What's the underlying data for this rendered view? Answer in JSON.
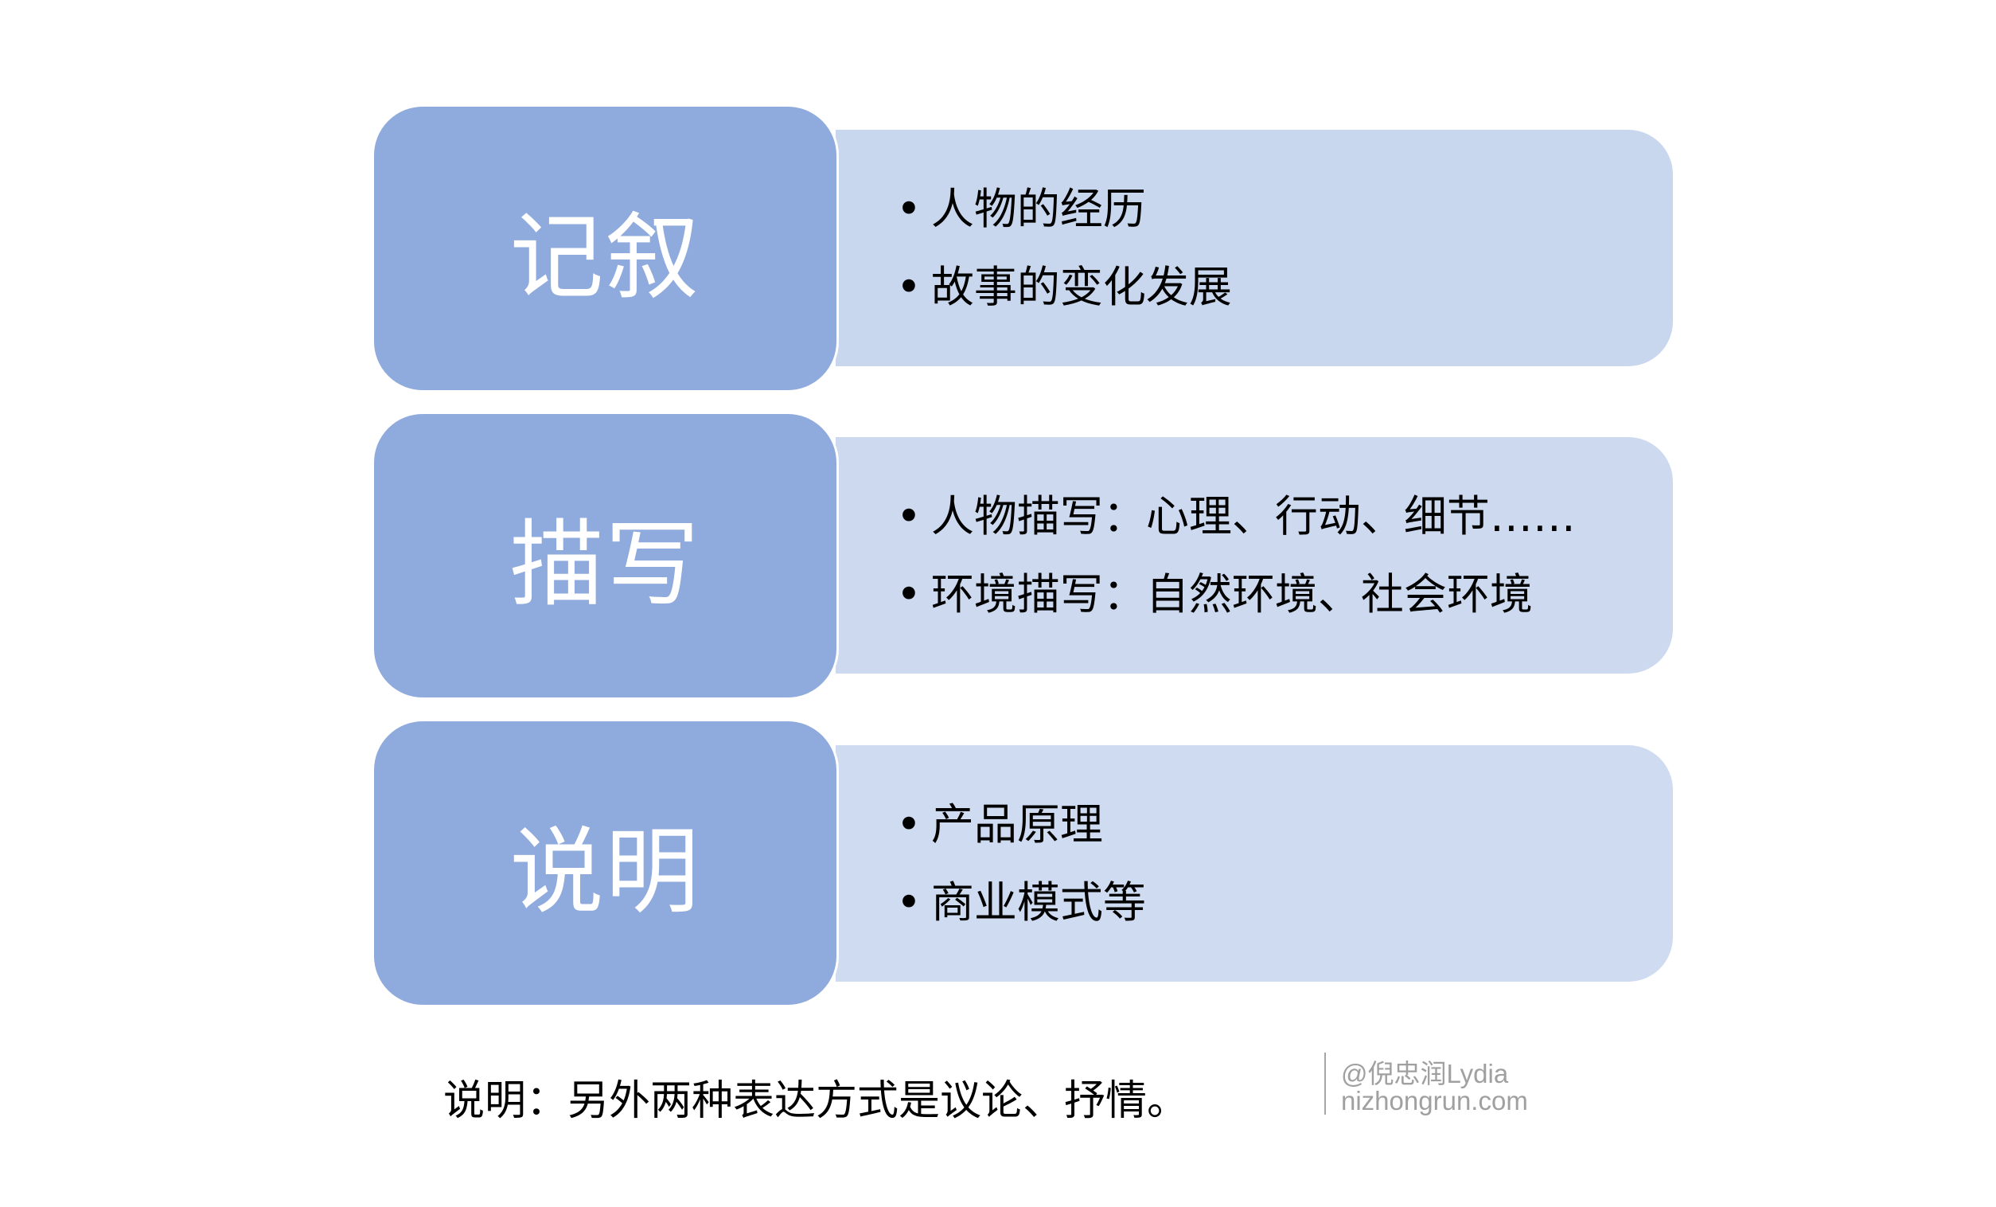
{
  "rows": [
    {
      "title": "记叙",
      "items": [
        "人物的经历",
        "故事的变化发展"
      ]
    },
    {
      "title": "描写",
      "items": [
        "人物描写：心理、行动、细节……",
        "环境描写：自然环境、社会环境"
      ]
    },
    {
      "title": "说明",
      "items": [
        "产品原理",
        "商业模式等"
      ]
    }
  ],
  "footer": "说明：另外两种表达方式是议论、抒情。",
  "watermark": {
    "author": "@倪忠润Lydia",
    "site": "nizhongrun.com"
  },
  "colors": {
    "primary": "#8FAADC",
    "secondary": "#C9D7EE"
  }
}
